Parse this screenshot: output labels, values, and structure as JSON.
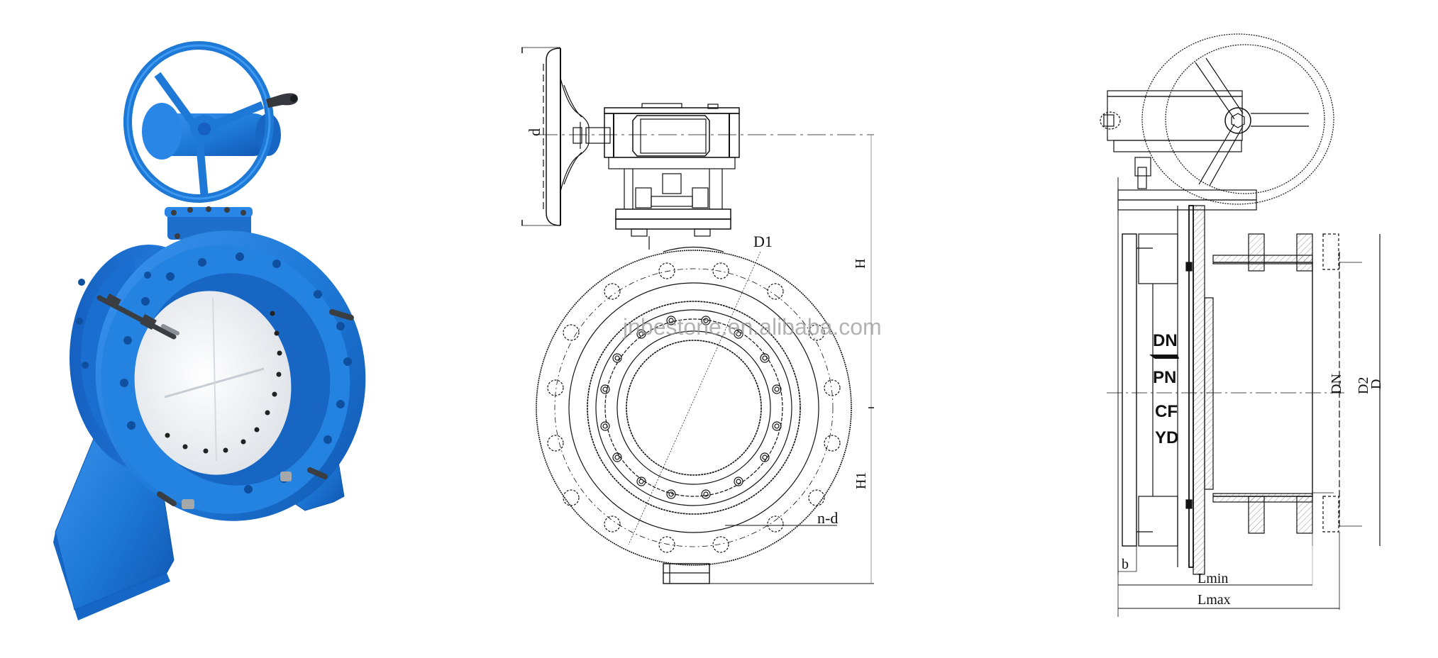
{
  "figure": {
    "panels": [
      {
        "id": "photo",
        "title": "Double flanged butterfly valve with gear operator (photo)"
      },
      {
        "id": "front-view",
        "title": "Front view drawing"
      },
      {
        "id": "side-view",
        "title": "Side section view drawing"
      }
    ]
  },
  "photo": {
    "body_color": "#1e78d6",
    "body_shadow_color": "#0f56b0",
    "disc_color": "#f2f4f6",
    "bolt_color": "#3a3d42"
  },
  "front_view": {
    "labels": {
      "handwheel_diameter": "d",
      "bolt_circle": "D1",
      "height_top": "H",
      "height_bottom": "H1",
      "bolt_holes": "n-d"
    },
    "watermark": "jnbestone.en.alibaba.com"
  },
  "side_view": {
    "body_marks": {
      "line1": "DN",
      "line2": "PN",
      "line3": "CF",
      "line4": "YD"
    },
    "labels": {
      "nominal_diameter": "DN",
      "raised_face": "D2",
      "outer_diameter": "D",
      "flange_thickness": "b",
      "min_length": "Lmin",
      "max_length": "Lmax"
    }
  }
}
